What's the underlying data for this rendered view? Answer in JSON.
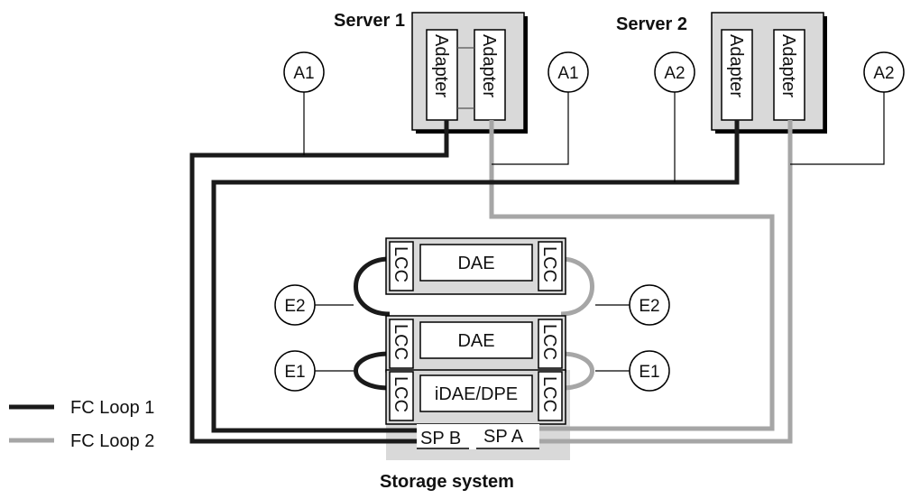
{
  "servers": [
    {
      "title": "Server 1",
      "adapter_left": "Adapter",
      "adapter_right": "Adapter"
    },
    {
      "title": "Server 2",
      "adapter_left": "Adapter",
      "adapter_right": "Adapter"
    }
  ],
  "callouts": {
    "a1_left": "A1",
    "a1_right": "A1",
    "a2_left": "A2",
    "a2_right": "A2",
    "e2_left": "E2",
    "e2_right": "E2",
    "e1_left": "E1",
    "e1_right": "E1"
  },
  "enclosures": {
    "dae_top": {
      "label": "DAE",
      "lcc_left": "LCC",
      "lcc_right": "LCC"
    },
    "dae_mid": {
      "label": "DAE",
      "lcc_left": "LCC",
      "lcc_right": "LCC"
    },
    "dpe": {
      "label": "iDAE/DPE",
      "lcc_left": "LCC",
      "lcc_right": "LCC"
    }
  },
  "ports": {
    "sp_b": "SP B",
    "sp_a": "SP A"
  },
  "storage_title": "Storage system",
  "legend": [
    {
      "label": "FC Loop 1",
      "color": "#1a1a1a"
    },
    {
      "label": "FC Loop 2",
      "color": "#a6a6a6"
    }
  ],
  "colors": {
    "loop1": "#1a1a1a",
    "loop2": "#a6a6a6",
    "panel": "#d9d9d9"
  }
}
